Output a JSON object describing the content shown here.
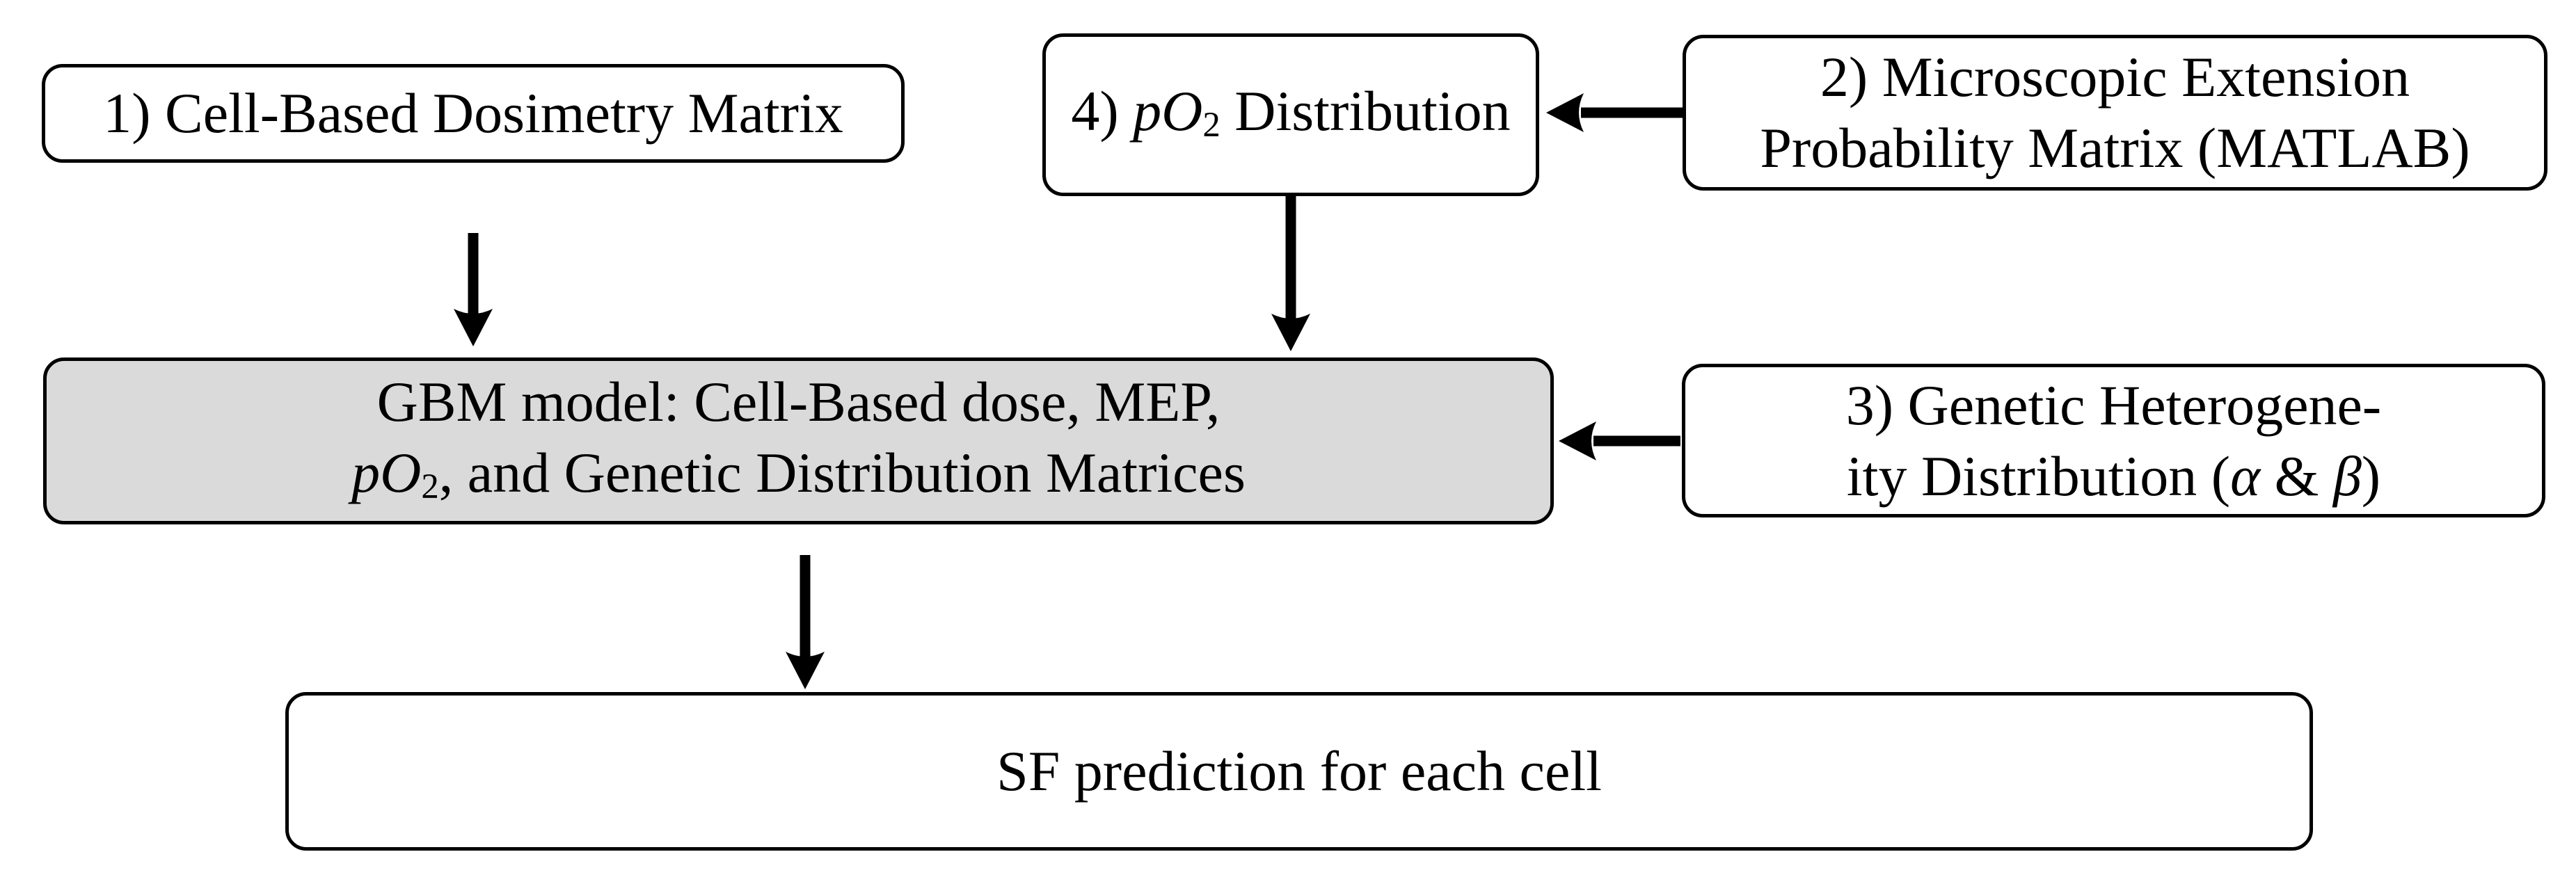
{
  "colors": {
    "background": "#ffffff",
    "box_fill": "#ffffff",
    "gbm_fill": "#dadada",
    "stroke": "#000000"
  },
  "nodes": {
    "box1": {
      "lines": [
        {
          "segs": [
            {
              "t": "1) Cell-Based Dosimetry Matrix"
            }
          ]
        }
      ]
    },
    "box4": {
      "lines": [
        {
          "segs": [
            {
              "t": "4) "
            },
            {
              "t": "pO"
            },
            {
              "t": "2"
            },
            {
              "t": " Distribution"
            }
          ]
        }
      ]
    },
    "box2": {
      "lines": [
        {
          "segs": [
            {
              "t": "2) Microscopic Extension"
            }
          ]
        },
        {
          "segs": [
            {
              "t": "Probability Matrix (MATLAB)"
            }
          ]
        }
      ]
    },
    "gbm": {
      "lines": [
        {
          "segs": [
            {
              "t": "GBM model: Cell-Based dose, MEP,"
            }
          ]
        },
        {
          "segs": [
            {
              "t": "pO"
            },
            {
              "t": "2"
            },
            {
              "t": ", and Genetic Distribution Matrices"
            }
          ]
        }
      ]
    },
    "box3": {
      "lines": [
        {
          "segs": [
            {
              "t": "3) Genetic Heterogene-"
            }
          ]
        },
        {
          "segs": [
            {
              "t": "ity Distribution ("
            },
            {
              "t": "α"
            },
            {
              "t": " & "
            },
            {
              "t": "β"
            },
            {
              "t": ")"
            }
          ]
        }
      ]
    },
    "sf": {
      "lines": [
        {
          "segs": [
            {
              "t": "SF prediction for each cell"
            }
          ]
        }
      ]
    }
  },
  "edges": [
    {
      "from": "1) Cell-Based Dosimetry Matrix",
      "to": "GBM model"
    },
    {
      "from": "2) Microscopic Extension Probability Matrix (MATLAB)",
      "to": "4) pO2 Distribution"
    },
    {
      "from": "4) pO2 Distribution",
      "to": "GBM model"
    },
    {
      "from": "3) Genetic Heterogeneity Distribution (α & β)",
      "to": "GBM model"
    },
    {
      "from": "GBM model",
      "to": "SF prediction for each cell"
    }
  ]
}
